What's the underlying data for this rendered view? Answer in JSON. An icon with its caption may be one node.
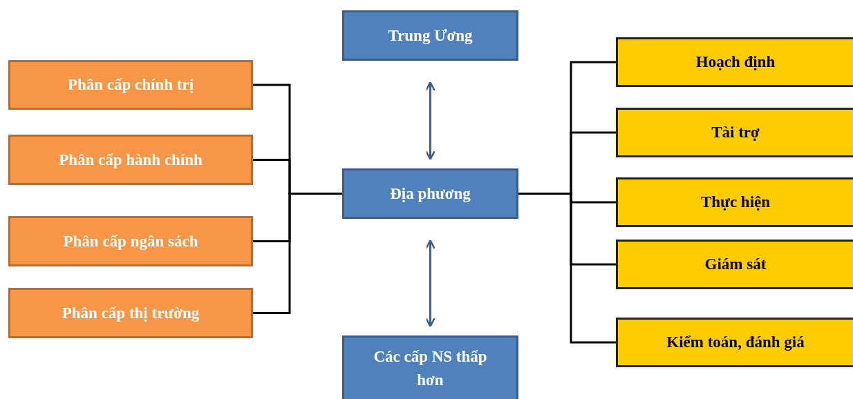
{
  "diagram": {
    "nodes": [
      {
        "text": [
          "Trung Ương"
        ]
      },
      {
        "text": [
          "Địa phương"
        ]
      },
      {
        "text": [
          "Các cấp NS thấp hơn"
        ]
      },
      {
        "text": [
          "Phân cấp chính trị"
        ]
      },
      {
        "text": [
          "Phân cấp hành chính"
        ]
      },
      {
        "text": [
          "Phân cấp ngân sách"
        ]
      },
      {
        "text": [
          "Phân cấp thị trường"
        ]
      },
      {
        "text": [
          "Hoạch định"
        ]
      },
      {
        "text": [
          "Tài trợ"
        ]
      },
      {
        "text": [
          "Thực hiện"
        ]
      },
      {
        "text": [
          "Giám sát"
        ]
      },
      {
        "text": [
          "Kiểm toán, đánh giá"
        ]
      }
    ],
    "edges": [
      {
        "from": 0,
        "to": 1,
        "arrow": "both",
        "color": "#3d5f8f"
      },
      {
        "from": 1,
        "to": 2,
        "arrow": "both",
        "color": "#3d5f8f"
      },
      {
        "from": 3,
        "to": 1,
        "arrow": "none"
      },
      {
        "from": 4,
        "to": 1,
        "arrow": "none"
      },
      {
        "from": 5,
        "to": 1,
        "arrow": "none"
      },
      {
        "from": 6,
        "to": 1,
        "arrow": "none"
      },
      {
        "from": 1,
        "to": 7,
        "arrow": "none"
      },
      {
        "from": 1,
        "to": 8,
        "arrow": "none"
      },
      {
        "from": 1,
        "to": 9,
        "arrow": "none"
      },
      {
        "from": 1,
        "to": 10,
        "arrow": "none"
      },
      {
        "from": 1,
        "to": 11,
        "arrow": "none"
      }
    ]
  }
}
